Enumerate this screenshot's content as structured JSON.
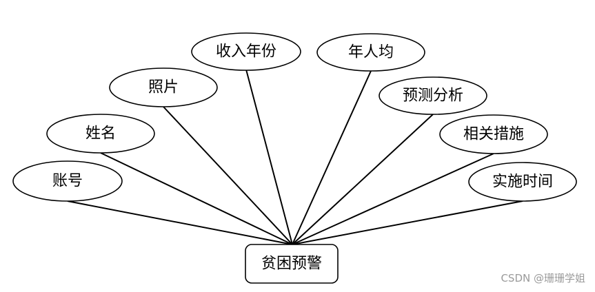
{
  "entity": {
    "name": "贫困预警"
  },
  "attributes": [
    {
      "key": "account",
      "label": "账号"
    },
    {
      "key": "name",
      "label": "姓名"
    },
    {
      "key": "photo",
      "label": "照片"
    },
    {
      "key": "income_year",
      "label": "收入年份"
    },
    {
      "key": "per_capita",
      "label": "年人均"
    },
    {
      "key": "forecast",
      "label": "预测分析"
    },
    {
      "key": "measures",
      "label": "相关措施"
    },
    {
      "key": "implement_time",
      "label": "实施时间"
    }
  ],
  "watermark": {
    "text": "CSDN @珊珊学姐"
  }
}
